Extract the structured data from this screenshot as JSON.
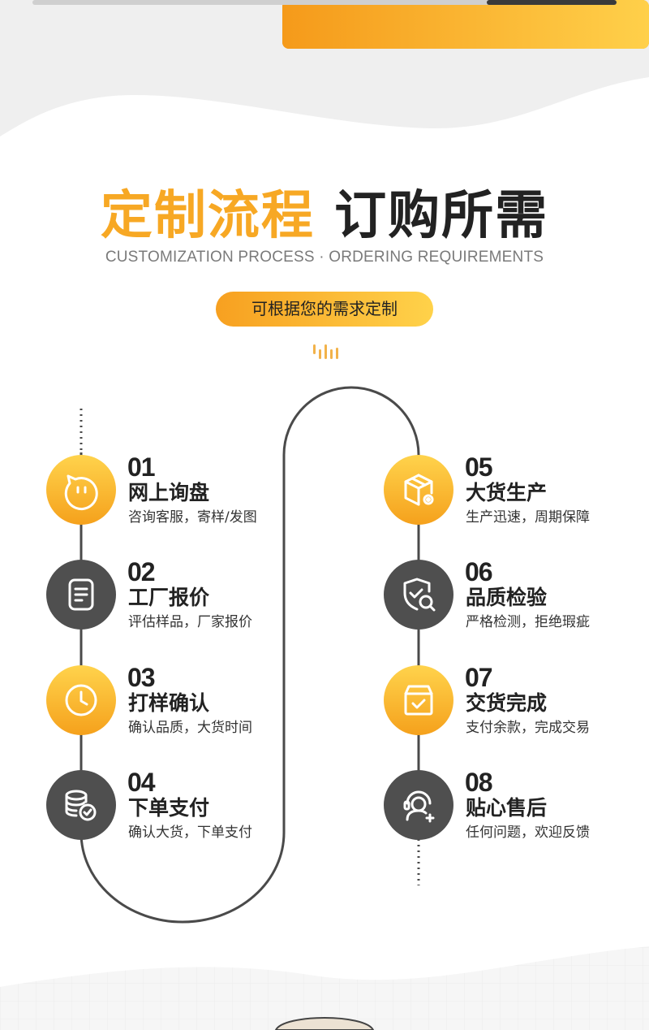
{
  "header": {
    "title_highlight": "定制流程",
    "title_rest": "订购所需",
    "subtitle": "CUSTOMIZATION PROCESS · ORDERING REQUIREMENTS",
    "pill": "可根据您的需求定制"
  },
  "steps": [
    {
      "num": "01",
      "title": "网上询盘",
      "desc": "咨询客服，寄样/发图",
      "icon": "chat-bubble-icon",
      "color": "orange"
    },
    {
      "num": "02",
      "title": "工厂报价",
      "desc": "评估样品，厂家报价",
      "icon": "document-icon",
      "color": "dark"
    },
    {
      "num": "03",
      "title": "打样确认",
      "desc": "确认品质，大货时间",
      "icon": "clock-icon",
      "color": "orange"
    },
    {
      "num": "04",
      "title": "下单支付",
      "desc": "确认大货，下单支付",
      "icon": "coins-check-icon",
      "color": "dark"
    },
    {
      "num": "05",
      "title": "大货生产",
      "desc": "生产迅速，周期保障",
      "icon": "box-gear-icon",
      "color": "orange"
    },
    {
      "num": "06",
      "title": "品质检验",
      "desc": "严格检测，拒绝瑕疵",
      "icon": "shield-search-icon",
      "color": "dark"
    },
    {
      "num": "07",
      "title": "交货完成",
      "desc": "支付余款，完成交易",
      "icon": "box-check-icon",
      "color": "orange"
    },
    {
      "num": "08",
      "title": "贴心售后",
      "desc": "任何问题，欢迎反馈",
      "icon": "customer-service-icon",
      "color": "dark"
    }
  ],
  "colors": {
    "accent": "#f7a824",
    "dark": "#4f4f4f",
    "text": "#222222"
  }
}
